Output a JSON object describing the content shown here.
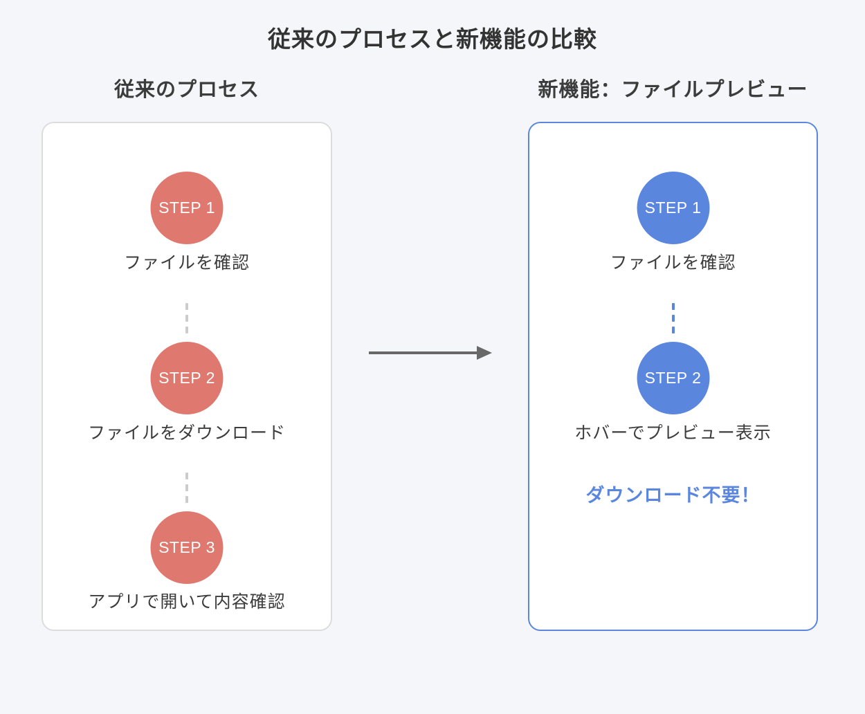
{
  "page": {
    "title": "従来のプロセスと新機能の比較"
  },
  "old_process": {
    "heading": "従来のプロセス",
    "steps": [
      {
        "badge": "STEP 1",
        "label": "ファイルを確認"
      },
      {
        "badge": "STEP 2",
        "label": "ファイルをダウンロード"
      },
      {
        "badge": "STEP 3",
        "label": "アプリで開いて内容確認"
      }
    ]
  },
  "new_process": {
    "heading": "新機能：ファイルプレビュー",
    "steps": [
      {
        "badge": "STEP 1",
        "label": "ファイルを確認"
      },
      {
        "badge": "STEP 2",
        "label": "ホバーでプレビュー表示"
      }
    ],
    "highlight": "ダウンロード不要！"
  },
  "colors": {
    "background": "#f4f6f9",
    "card_background": "#ffffff",
    "old_accent": "#df796f",
    "old_card_border": "#dcdcdc",
    "new_accent": "#5b86de",
    "heading_text": "#3c3c3c",
    "title_text": "#333333",
    "arrow": "#686868",
    "old_dots": "#cccccc",
    "step_text_on_circle": "#ffffff"
  }
}
